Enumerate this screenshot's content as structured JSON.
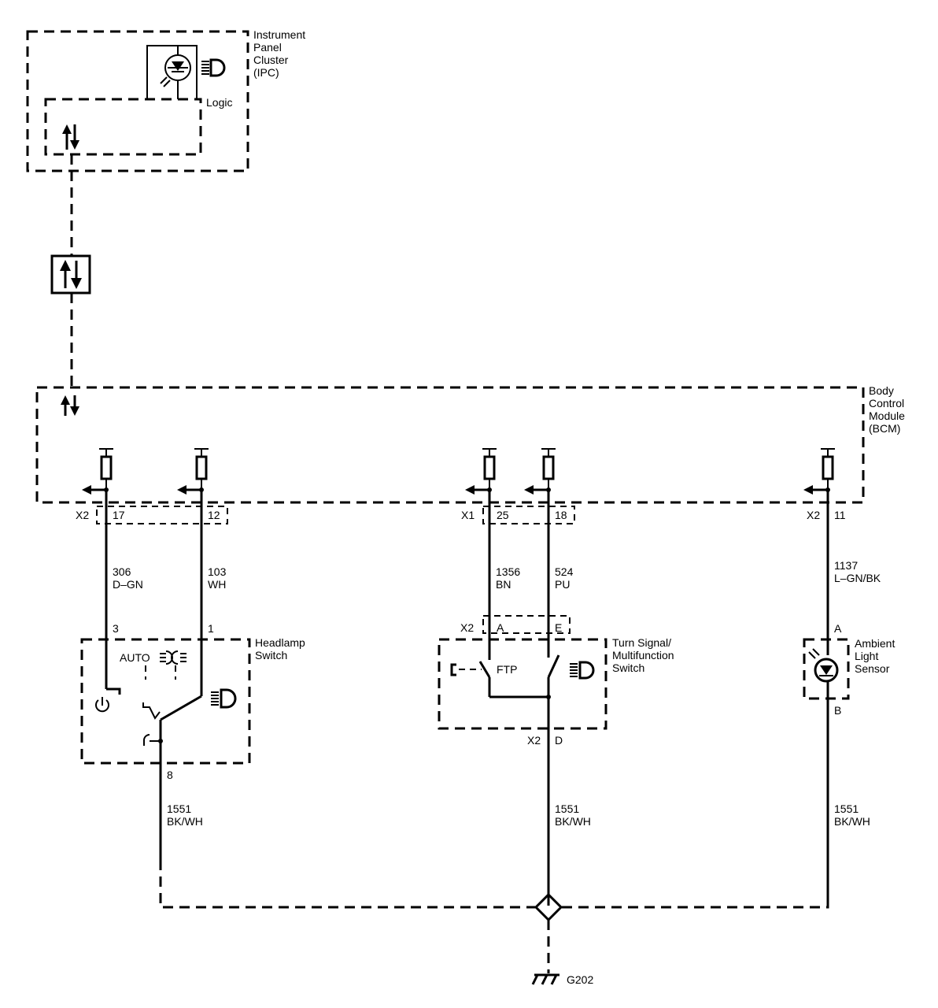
{
  "modules": {
    "ipc": {
      "lines": [
        "Instrument",
        "Panel",
        "Cluster",
        "(IPC)"
      ],
      "logic": "Logic"
    },
    "bcm": {
      "lines": [
        "Body",
        "Control",
        "Module",
        "(BCM)"
      ]
    },
    "headlamp_switch": {
      "lines": [
        "Headlamp",
        "Switch"
      ],
      "auto": "AUTO"
    },
    "turn_signal_switch": {
      "lines": [
        "Turn Signal/",
        "Multifunction",
        "Switch"
      ],
      "ftp": "FTP"
    },
    "ambient_light_sensor": {
      "lines": [
        "Ambient",
        "Light",
        "Sensor"
      ]
    }
  },
  "connectors": {
    "bcm_x2_left": "X2",
    "bcm_x1": "X1",
    "bcm_x2_right": "X2",
    "turn_x2_top": "X2",
    "turn_x2_bottom": "X2"
  },
  "pins": {
    "bcm_17": "17",
    "bcm_12": "12",
    "bcm_25": "25",
    "bcm_18": "18",
    "bcm_11": "11",
    "hs_3": "3",
    "hs_1": "1",
    "hs_8": "8",
    "ts_A": "A",
    "ts_E": "E",
    "ts_D": "D",
    "als_A": "A",
    "als_B": "B"
  },
  "circuits": {
    "c306": {
      "number": "306",
      "color": "D–GN"
    },
    "c103": {
      "number": "103",
      "color": "WH"
    },
    "c1356": {
      "number": "1356",
      "color": "BN"
    },
    "c524": {
      "number": "524",
      "color": "PU"
    },
    "c1137": {
      "number": "1137",
      "color": "L–GN/BK"
    },
    "c1551_left": {
      "number": "1551",
      "color": "BK/WH"
    },
    "c1551_mid": {
      "number": "1551",
      "color": "BK/WH"
    },
    "c1551_right": {
      "number": "1551",
      "color": "BK/WH"
    }
  },
  "ground": {
    "label": "G202"
  },
  "icons": [
    "headlamp-icon",
    "bulb-icon",
    "data-arrows-icon",
    "pullup-resistor-icon",
    "power-icon",
    "park-lamp-icon",
    "flash-to-pass-icon",
    "ground-icon",
    "splice-icon",
    "photosensor-icon"
  ]
}
